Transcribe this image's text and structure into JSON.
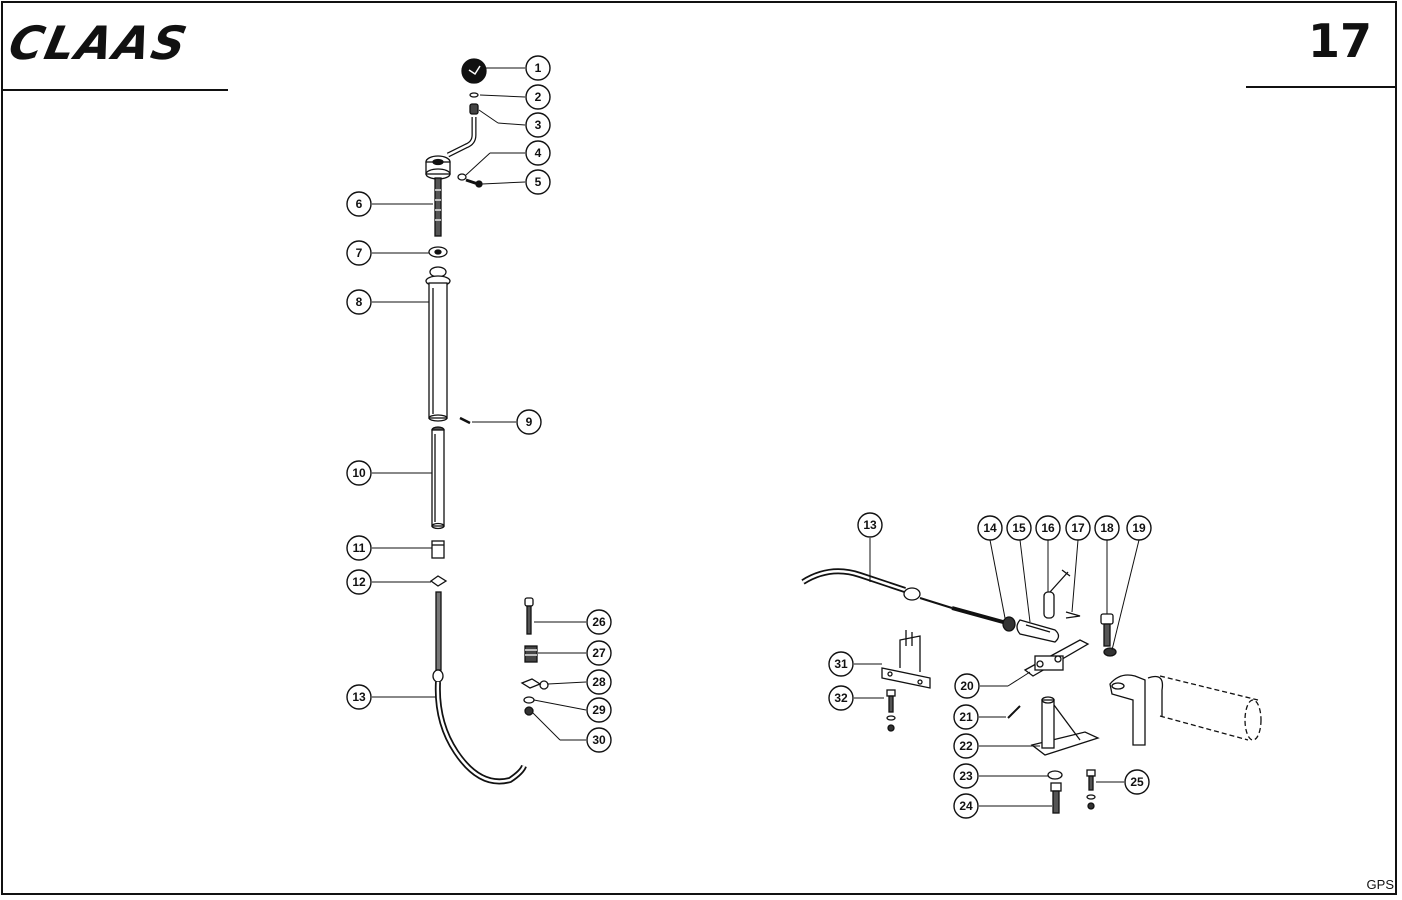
{
  "header": {
    "brand": "CLAAS",
    "page_number": "17"
  },
  "footer": {
    "code": "GPS"
  },
  "callouts": [
    {
      "id": "c1",
      "label": "1"
    },
    {
      "id": "c2",
      "label": "2"
    },
    {
      "id": "c3",
      "label": "3"
    },
    {
      "id": "c4",
      "label": "4"
    },
    {
      "id": "c5",
      "label": "5"
    },
    {
      "id": "c6",
      "label": "6"
    },
    {
      "id": "c7",
      "label": "7"
    },
    {
      "id": "c8",
      "label": "8"
    },
    {
      "id": "c9",
      "label": "9"
    },
    {
      "id": "c10",
      "label": "10"
    },
    {
      "id": "c11",
      "label": "11"
    },
    {
      "id": "c12",
      "label": "12"
    },
    {
      "id": "c13a",
      "label": "13"
    },
    {
      "id": "c26",
      "label": "26"
    },
    {
      "id": "c27",
      "label": "27"
    },
    {
      "id": "c28",
      "label": "28"
    },
    {
      "id": "c29",
      "label": "29"
    },
    {
      "id": "c30",
      "label": "30"
    },
    {
      "id": "c13b",
      "label": "13"
    },
    {
      "id": "c14",
      "label": "14"
    },
    {
      "id": "c15",
      "label": "15"
    },
    {
      "id": "c16",
      "label": "16"
    },
    {
      "id": "c17",
      "label": "17"
    },
    {
      "id": "c18",
      "label": "18"
    },
    {
      "id": "c19",
      "label": "19"
    },
    {
      "id": "c20",
      "label": "20"
    },
    {
      "id": "c21",
      "label": "21"
    },
    {
      "id": "c22",
      "label": "22"
    },
    {
      "id": "c23",
      "label": "23"
    },
    {
      "id": "c24",
      "label": "24"
    },
    {
      "id": "c25",
      "label": "25"
    },
    {
      "id": "c31",
      "label": "31"
    },
    {
      "id": "c32",
      "label": "32"
    }
  ]
}
